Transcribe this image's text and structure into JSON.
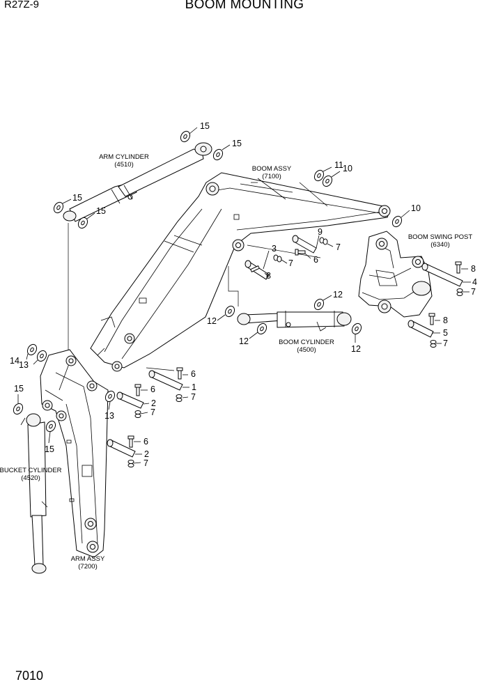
{
  "header": {
    "model": "R27Z-9",
    "title": "BOOM MOUNTING",
    "page_number": "7010"
  },
  "assemblies": {
    "arm_cylinder": {
      "name": "ARM CYLINDER",
      "code": "(4510)"
    },
    "boom_assy": {
      "name": "BOOM ASSY",
      "code": "(7100)"
    },
    "boom_swing_post": {
      "name": "BOOM SWING POST",
      "code": "(6340)"
    },
    "boom_cylinder": {
      "name": "BOOM CYLINDER",
      "code": "(4500)"
    },
    "bucket_cylinder": {
      "name": "BUCKET CYLINDER",
      "code": "(4520)"
    },
    "arm_assy": {
      "name": "ARM ASSY",
      "code": "(7200)"
    }
  },
  "callouts": {
    "c1": "1",
    "c2": "2",
    "c3": "3",
    "c4": "4",
    "c5": "5",
    "c6": "6",
    "c7": "7",
    "c8": "8",
    "c9": "9",
    "c10": "10",
    "c11": "11",
    "c12": "12",
    "c13": "13",
    "c14": "14",
    "c15": "15"
  }
}
